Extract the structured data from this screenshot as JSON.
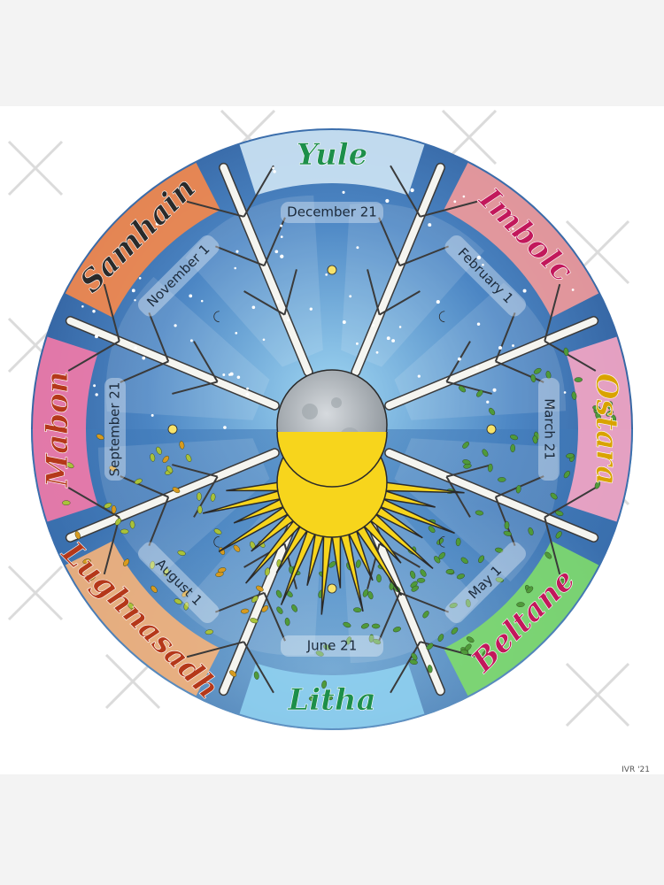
{
  "festivals": [
    {
      "name": "Yule",
      "date": "December 21",
      "color": "#1d8f4a",
      "band": "#cfe6f5"
    },
    {
      "name": "Imbolc",
      "date": "February 1",
      "color": "#c2185b",
      "band": "#f39a9a"
    },
    {
      "name": "Ostara",
      "date": "March 21",
      "color": "#d9a300",
      "band": "#f7a6c4"
    },
    {
      "name": "Beltane",
      "date": "May 1",
      "color": "#c2185b",
      "band": "#7fdc6b"
    },
    {
      "name": "Litha",
      "date": "June 21",
      "color": "#1d8f4a",
      "band": "#8fd0f0"
    },
    {
      "name": "Lughnasadh",
      "date": "August 1",
      "color": "#b5381a",
      "band": "#f6b27a"
    },
    {
      "name": "Mabon",
      "date": "September 21",
      "color": "#b5381a",
      "band": "#f47aa8"
    },
    {
      "name": "Samhain",
      "date": "November 1",
      "color": "#2a2a2a",
      "band": "#f7884a"
    }
  ],
  "signature": "IVR '21",
  "colors": {
    "sky_dark": "#2f5d9b",
    "sky_light": "#8fd0f0",
    "sun": "#f7d51c",
    "moon": "#b9bfc5",
    "leaf": "#4f9a3a",
    "autumn_leaf": "#d79a1f"
  },
  "icons": [
    "sun-icon",
    "moon-icon",
    "tree-branch-icon",
    "leaf-icon",
    "star-icon"
  ]
}
